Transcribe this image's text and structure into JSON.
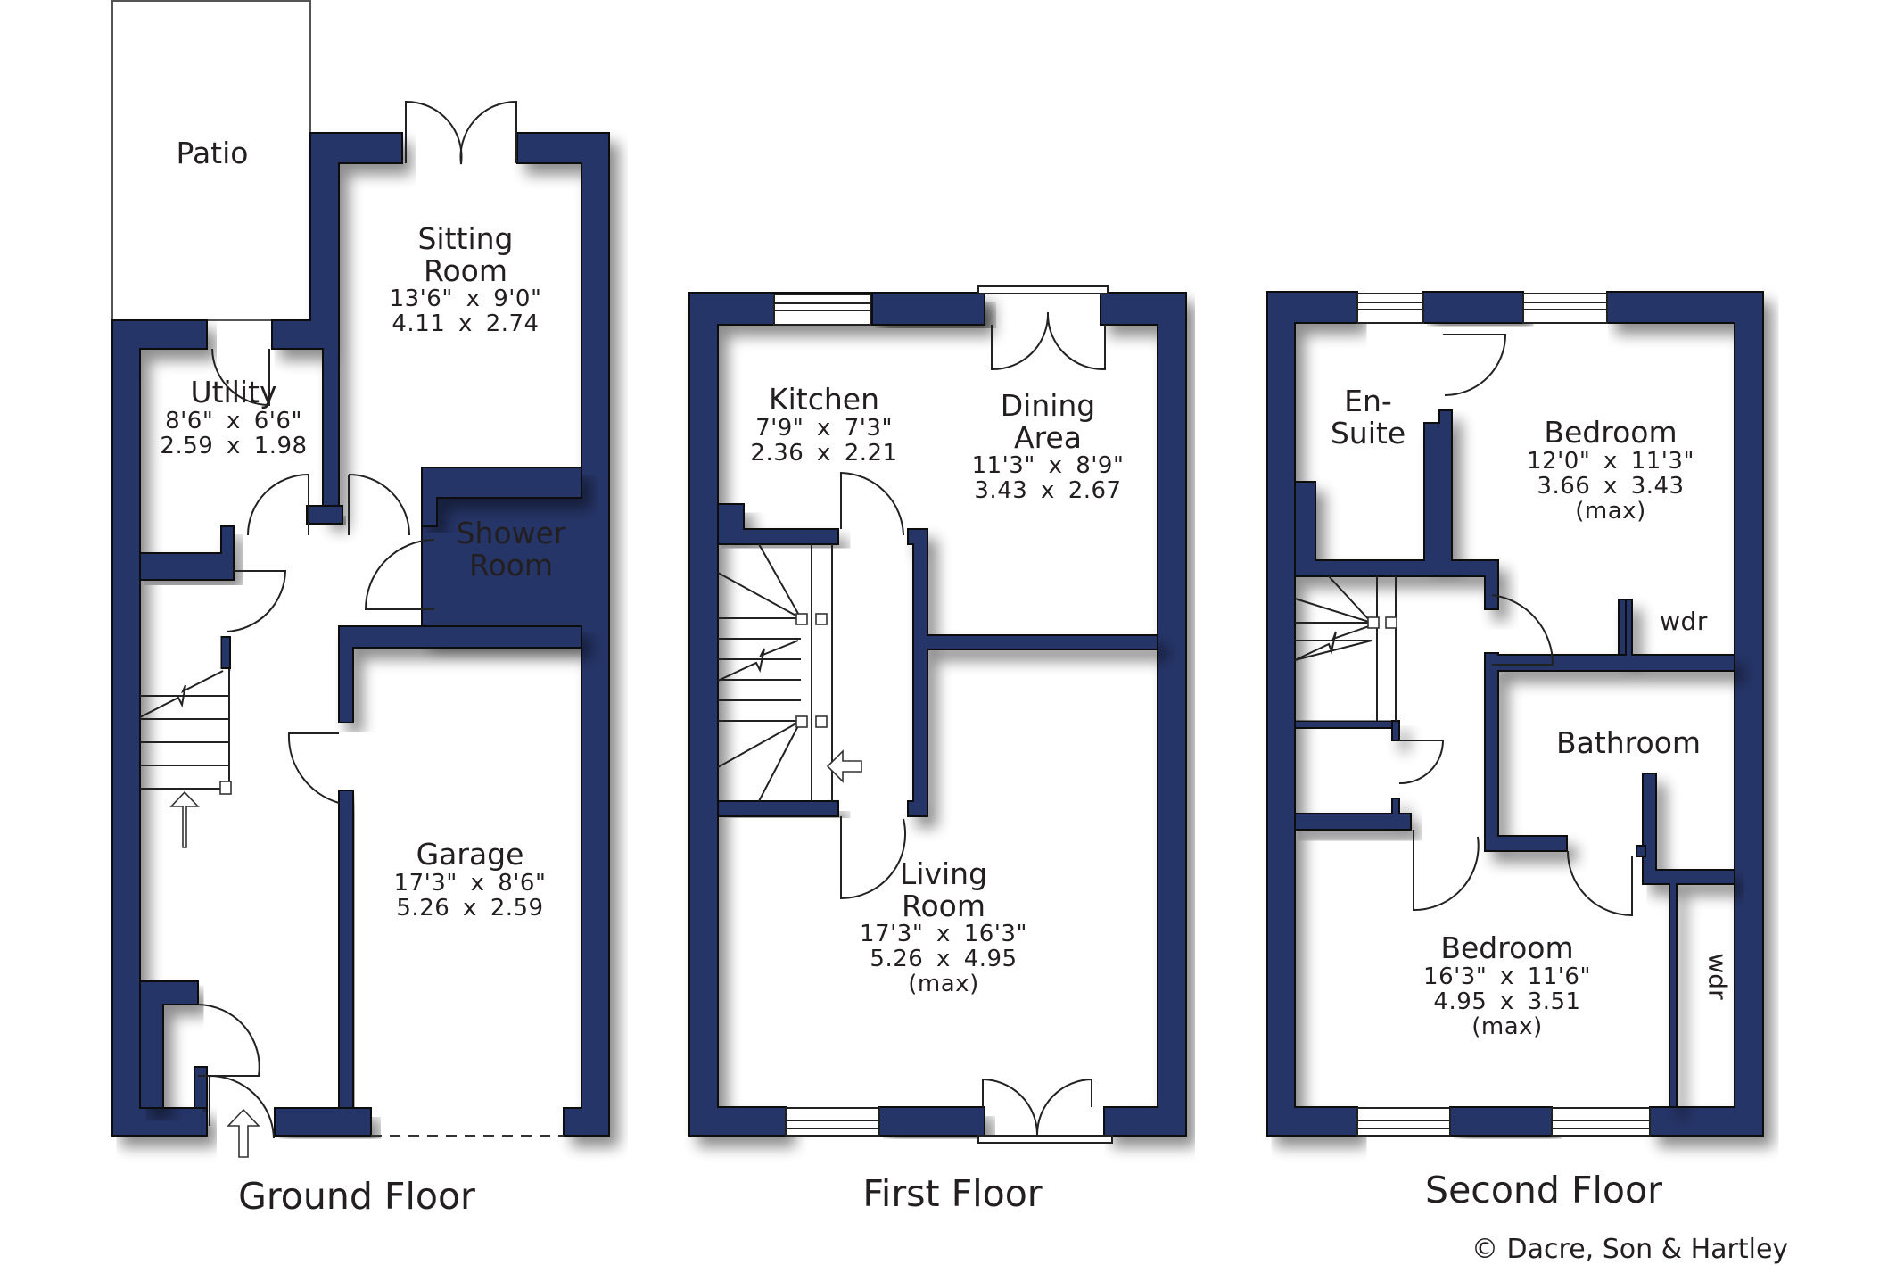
{
  "colors": {
    "wall": "#253567",
    "background": "#ffffff",
    "text": "#231f20"
  },
  "floors": [
    {
      "title": "Ground Floor",
      "rooms": [
        {
          "name": "Patio",
          "dim_imperial": "",
          "dim_metric": "",
          "note": ""
        },
        {
          "name": "Sitting Room",
          "line1": "Sitting",
          "line2": "Room",
          "dim_imperial": "13'6\" x 9'0\"",
          "dim_metric": "4.11 x 2.74",
          "note": ""
        },
        {
          "name": "Utility",
          "dim_imperial": "8'6\" x 6'6\"",
          "dim_metric": "2.59 x 1.98",
          "note": ""
        },
        {
          "name": "Shower Room",
          "line1": "Shower",
          "line2": "Room",
          "dim_imperial": "",
          "dim_metric": "",
          "note": ""
        },
        {
          "name": "Garage",
          "dim_imperial": "17'3\" x 8'6\"",
          "dim_metric": "5.26 x 2.59",
          "note": ""
        }
      ]
    },
    {
      "title": "First Floor",
      "rooms": [
        {
          "name": "Kitchen",
          "dim_imperial": "7'9\" x 7'3\"",
          "dim_metric": "2.36 x 2.21",
          "note": ""
        },
        {
          "name": "Dining Area",
          "line1": "Dining",
          "line2": "Area",
          "dim_imperial": "11'3\" x 8'9\"",
          "dim_metric": "3.43 x 2.67",
          "note": ""
        },
        {
          "name": "Living Room",
          "line1": "Living",
          "line2": "Room",
          "dim_imperial": "17'3\" x 16'3\"",
          "dim_metric": "5.26 x 4.95",
          "note": "(max)"
        }
      ]
    },
    {
      "title": "Second Floor",
      "rooms": [
        {
          "name": "En-Suite",
          "line1": "En-",
          "line2": "Suite",
          "dim_imperial": "",
          "dim_metric": "",
          "note": ""
        },
        {
          "name": "Bedroom",
          "dim_imperial": "12'0\" x 11'3\"",
          "dim_metric": "3.66 x 3.43",
          "note": "(max)"
        },
        {
          "name": "wdr",
          "dim_imperial": "",
          "dim_metric": "",
          "note": ""
        },
        {
          "name": "Bathroom",
          "dim_imperial": "",
          "dim_metric": "",
          "note": ""
        },
        {
          "name": "Bedroom",
          "dim_imperial": "16'3\" x 11'6\"",
          "dim_metric": "4.95 x 3.51",
          "note": "(max)"
        },
        {
          "name": "wdr",
          "dim_imperial": "",
          "dim_metric": "",
          "note": ""
        }
      ]
    }
  ],
  "copyright": "© Dacre, Son & Hartley"
}
